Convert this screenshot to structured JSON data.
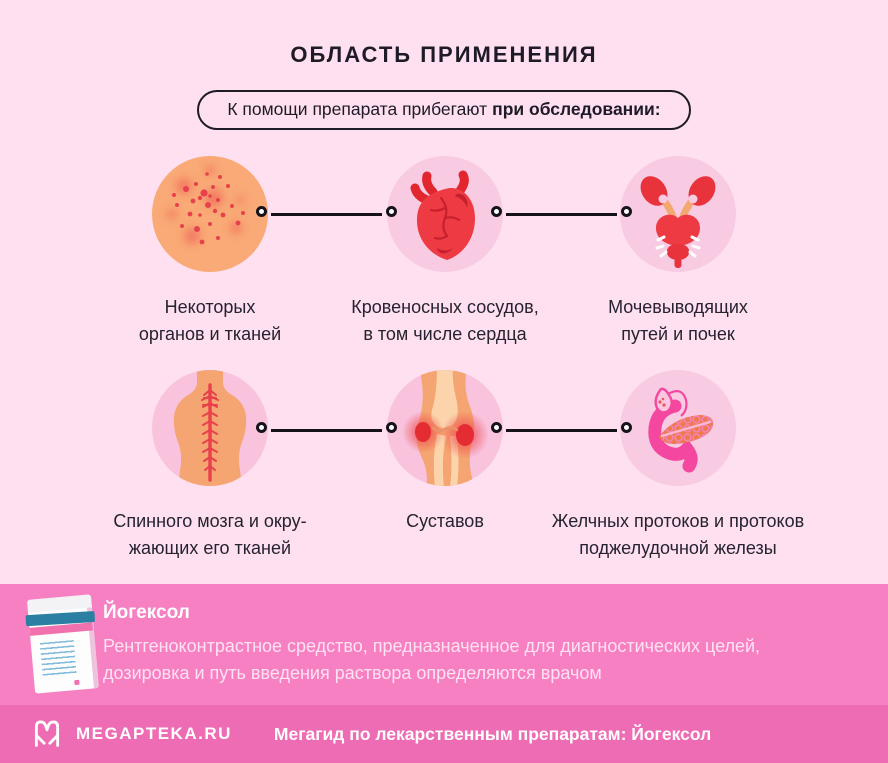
{
  "title": "ОБЛАСТЬ ПРИМЕНЕНИЯ",
  "subtitle": {
    "regular": "К помощи препарата прибегают",
    "bold": "при обследовании:"
  },
  "areas": [
    {
      "id": "organs-tissues",
      "icon": "tissue-icon",
      "line1": "Некоторых",
      "line2": "органов и тканей"
    },
    {
      "id": "vessels-heart",
      "icon": "heart-icon",
      "line1": "Кровеносных сосудов,",
      "line2": "в том числе сердца"
    },
    {
      "id": "urinary-kidneys",
      "icon": "kidneys-icon",
      "line1": "Мочевыводящих",
      "line2": "путей и почек"
    },
    {
      "id": "spinal-cord",
      "icon": "spine-icon",
      "line1": "Спинного мозга и окру-",
      "line2": "жающих его тканей"
    },
    {
      "id": "joints",
      "icon": "knee-icon",
      "line1": "Суставов",
      "line2": ""
    },
    {
      "id": "bile-pancreas",
      "icon": "pancreas-icon",
      "line1": "Желчных протоков и протоков",
      "line2": "поджелудочной железы"
    }
  ],
  "product": {
    "name": "Йогексол",
    "description_line1": "Рентгеноконтрастное средство, предназначенное для диагностических целей,",
    "description_line2": "дозировка и путь введения раствора определяются врачом"
  },
  "footer": {
    "logo_icon": "megapteka-logo-icon",
    "brand": "MEGAPTEKA.RU",
    "tagline": "Мегагид по лекарственным препаратам: Йогексол"
  },
  "colors": {
    "page_bg": "#fee0f0",
    "icon_circle_pink": "#f8cbe3",
    "band_bg": "#f780c3",
    "footer_bg": "#ee6cb4",
    "text_dark": "#1e1a27",
    "accent_red": "#ee3a43",
    "skin_orange": "#f5a571",
    "hot_pink": "#f448a0"
  }
}
